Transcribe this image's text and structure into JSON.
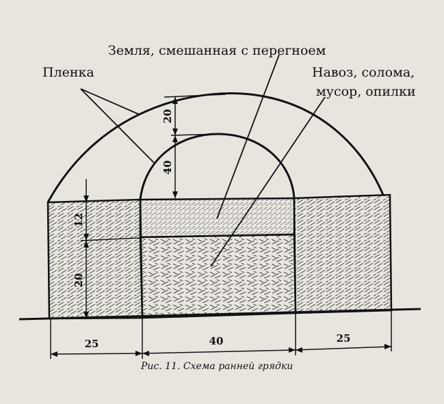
{
  "labels": {
    "film": "Пленка",
    "soil": "Земля, смешанная с перегноем",
    "manure_line1": "Навоз, солома,",
    "manure_line2": "мусор, опилки"
  },
  "dimensions": {
    "outer_arch_gap": "20",
    "inner_arch_height": "40",
    "soil_layer": "12",
    "manure_layer": "20",
    "left_width": "25",
    "center_width": "40",
    "right_width": "25"
  },
  "caption": "Рис. 11. Схема ранней грядки",
  "colors": {
    "ink": "#111111",
    "paper": "#e8e5df"
  }
}
